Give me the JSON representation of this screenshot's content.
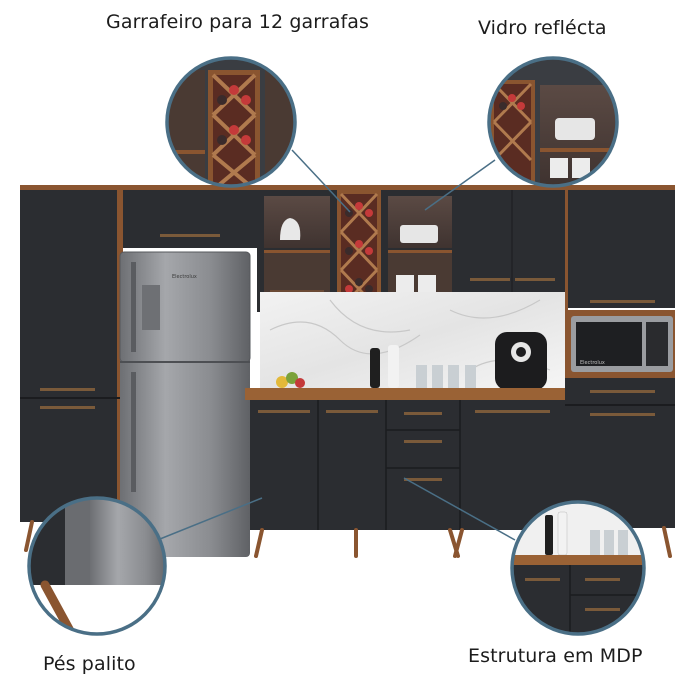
{
  "labels": {
    "wine_rack": "Garrafeiro para 12 garrafas",
    "reflective_glass": "Vidro refléct​a",
    "stick_feet": "Pés palito",
    "mdp_structure": "Estrutura em MDP"
  },
  "appliances": {
    "fridge_brand": "Electrolux",
    "microwave_brand": "Electrolux"
  },
  "icons": {
    "wine": "wine-rack-callout-icon",
    "glass": "glass-door-callout-icon",
    "feet": "stick-feet-callout-icon",
    "mdp": "mdp-structure-callout-icon"
  },
  "colors": {
    "cabinet": "#2b2d31",
    "wood": "#8a5530",
    "callout_ring": "#4a6f86",
    "steel": "#8c8e92"
  }
}
